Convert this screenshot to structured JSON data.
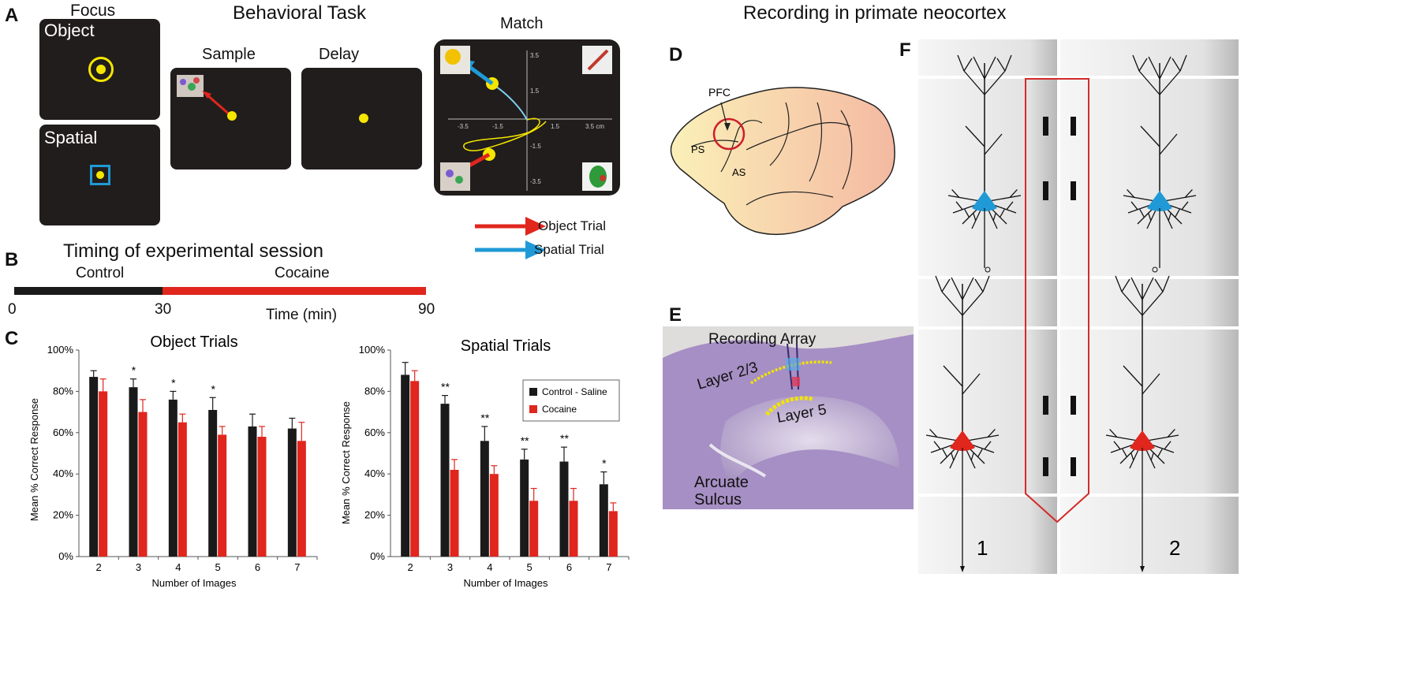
{
  "panel_letters": {
    "a": "A",
    "b": "B",
    "c": "C",
    "d": "D",
    "e": "E",
    "f": "F"
  },
  "task": {
    "behavioral_title": "Behavioral Task",
    "focus_title": "Focus",
    "object_label": "Object",
    "spatial_label": "Spatial",
    "sample_title": "Sample",
    "delay_title": "Delay",
    "match_title": "Match",
    "match_ticks_x": [
      "-3.5",
      "-1.5",
      "1.5",
      "3.5 cm"
    ],
    "match_ticks_y": [
      "3.5",
      "1.5",
      "-1.5",
      "-3.5"
    ],
    "legend_object": "Object Trial",
    "legend_spatial": "Spatial Trial",
    "object_color": "#e0261d",
    "spatial_color": "#1f9ad6",
    "target_color": "#f5e600"
  },
  "timing": {
    "title": "Timing of experimental session",
    "control_label": "Control",
    "cocaine_label": "Cocaine",
    "tick_0": "0",
    "tick_30": "30",
    "tick_90": "90",
    "axis_label": "Time (min)",
    "control_color": "#1a1a1a",
    "cocaine_color": "#e0261d"
  },
  "recording": {
    "title": "Recording in primate neocortex",
    "pfc": "PFC",
    "ps": "PS",
    "as": "AS",
    "array_label": "Recording Array",
    "layer23": "Layer 2/3",
    "layer5": "Layer 5",
    "arcuate1": "Arcuate",
    "arcuate2": "Sulcus",
    "column1": "1",
    "column2": "2"
  },
  "chart_data": [
    {
      "type": "bar",
      "title": "Object Trials",
      "xlabel": "Number of Images",
      "ylabel": "Mean % Correct Response",
      "ylim": [
        0,
        100
      ],
      "yticks": [
        "0%",
        "20%",
        "40%",
        "60%",
        "80%",
        "100%"
      ],
      "categories": [
        "2",
        "3",
        "4",
        "5",
        "6",
        "7"
      ],
      "series": [
        {
          "name": "Control - Saline",
          "color": "#1a1a1a",
          "values": [
            87,
            82,
            76,
            71,
            63,
            62
          ],
          "errors": [
            3,
            4,
            4,
            6,
            6,
            5
          ]
        },
        {
          "name": "Cocaine",
          "color": "#e0261d",
          "values": [
            80,
            70,
            65,
            59,
            58,
            56
          ],
          "errors": [
            6,
            6,
            4,
            4,
            5,
            9
          ]
        }
      ],
      "significance": [
        "",
        "*",
        "*",
        "*",
        "",
        ""
      ],
      "legend": false
    },
    {
      "type": "bar",
      "title": "Spatial Trials",
      "xlabel": "Number of Images",
      "ylabel": "Mean % Correct Response",
      "ylim": [
        0,
        100
      ],
      "yticks": [
        "0%",
        "20%",
        "40%",
        "60%",
        "80%",
        "100%"
      ],
      "categories": [
        "2",
        "3",
        "4",
        "5",
        "6",
        "7"
      ],
      "series": [
        {
          "name": "Control - Saline",
          "color": "#1a1a1a",
          "values": [
            88,
            74,
            56,
            47,
            46,
            35
          ],
          "errors": [
            6,
            4,
            7,
            5,
            7,
            6
          ]
        },
        {
          "name": "Cocaine",
          "color": "#e0261d",
          "values": [
            85,
            42,
            40,
            27,
            27,
            22
          ],
          "errors": [
            5,
            5,
            4,
            6,
            6,
            4
          ]
        }
      ],
      "significance": [
        "",
        "**",
        "**",
        "**",
        "**",
        "*"
      ],
      "legend": true,
      "legend_placement": "top-right"
    }
  ]
}
